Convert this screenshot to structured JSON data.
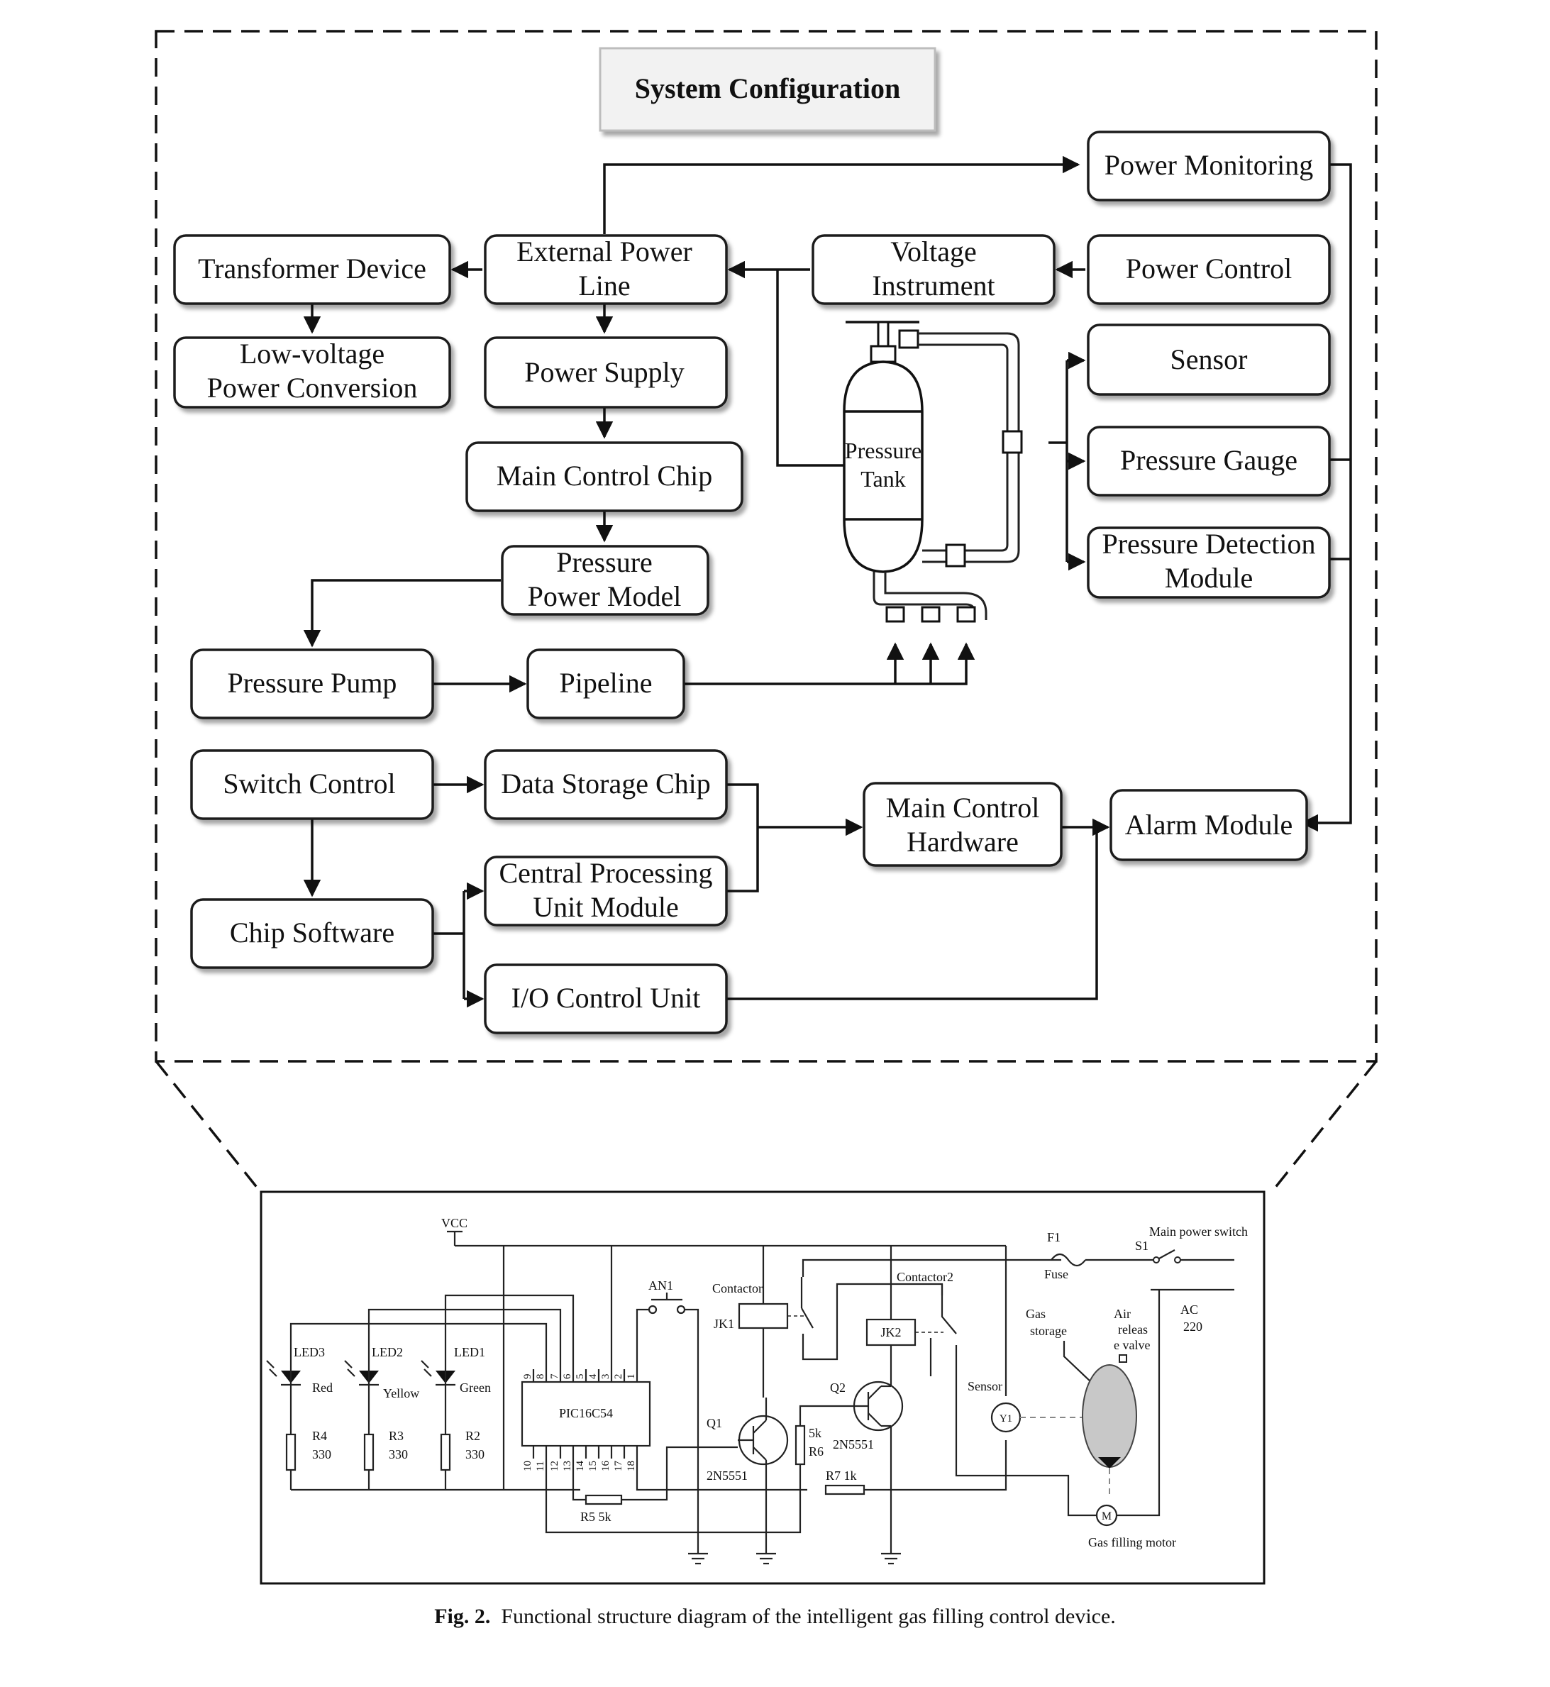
{
  "title": "System Configuration",
  "blocks": {
    "power_monitoring": "Power Monitoring",
    "transformer_device": "Transformer Device",
    "external_power_line_1": "External Power",
    "external_power_line_2": "Line",
    "voltage_instrument_1": "Voltage",
    "voltage_instrument_2": "Instrument",
    "power_control": "Power Control",
    "low_voltage_1": "Low-voltage",
    "low_voltage_2": "Power Conversion",
    "power_supply": "Power Supply",
    "sensor": "Sensor",
    "main_control_chip": "Main Control Chip",
    "pressure_gauge": "Pressure Gauge",
    "pressure_detection_1": "Pressure Detection",
    "pressure_detection_2": "Module",
    "pressure_power_1": "Pressure",
    "pressure_power_2": "Power Model",
    "pressure_pump": "Pressure Pump",
    "pipeline": "Pipeline",
    "switch_control": "Switch Control",
    "data_storage_chip": "Data Storage Chip",
    "main_control_hw_1": "Main Control",
    "main_control_hw_2": "Hardware",
    "alarm_module": "Alarm Module",
    "cpu_module_1": "Central Processing",
    "cpu_module_2": "Unit Module",
    "chip_software": "Chip Software",
    "io_control_unit": "I/O Control Unit",
    "pressure_tank_1": "Pressure",
    "pressure_tank_2": "Tank"
  },
  "circuit": {
    "vcc": "VCC",
    "led3": "LED3",
    "led2": "LED2",
    "led1": "LED1",
    "red": "Red",
    "yellow": "Yellow",
    "green": "Green",
    "r4": "R4",
    "r3": "R3",
    "r2": "R2",
    "r4_val": "330",
    "r3_val": "330",
    "r2_val": "330",
    "mcu": "PIC16C54",
    "pins_top": [
      "9",
      "8",
      "7",
      "6",
      "5",
      "4",
      "3",
      "2",
      "1"
    ],
    "pins_bottom": [
      "10",
      "11",
      "12",
      "13",
      "14",
      "15",
      "16",
      "17",
      "18"
    ],
    "an1": "AN1",
    "contactor": "Contactor",
    "jk1": "JK1",
    "contactor2": "Contactor2",
    "jk2": "JK2",
    "q1": "Q1",
    "q2": "Q2",
    "q1_part": "2N5551",
    "q2_part": "2N5551",
    "r5": "R5  5k",
    "r6_val": "5k",
    "r6": "R6",
    "r7": "R7  1k",
    "f1": "F1",
    "fuse": "Fuse",
    "s1": "S1",
    "main_power_switch": "Main power switch",
    "sensor": "Sensor",
    "y1": "Y1",
    "gas_storage_1": "Gas",
    "gas_storage_2": "storage",
    "air_release_1": "Air",
    "air_release_2": "releas",
    "air_release_3": "e valve",
    "ac_1": "AC",
    "ac_2": "220",
    "motor_symbol": "M",
    "gas_filling_motor": "Gas filling motor"
  },
  "caption": {
    "label": "Fig. 2.",
    "text": "Functional structure diagram of the intelligent gas filling control device."
  },
  "colors": {
    "line": "#111111",
    "title_box_fill": "#f2f2f2",
    "gas_storage_fill": "#c8c8c8"
  }
}
